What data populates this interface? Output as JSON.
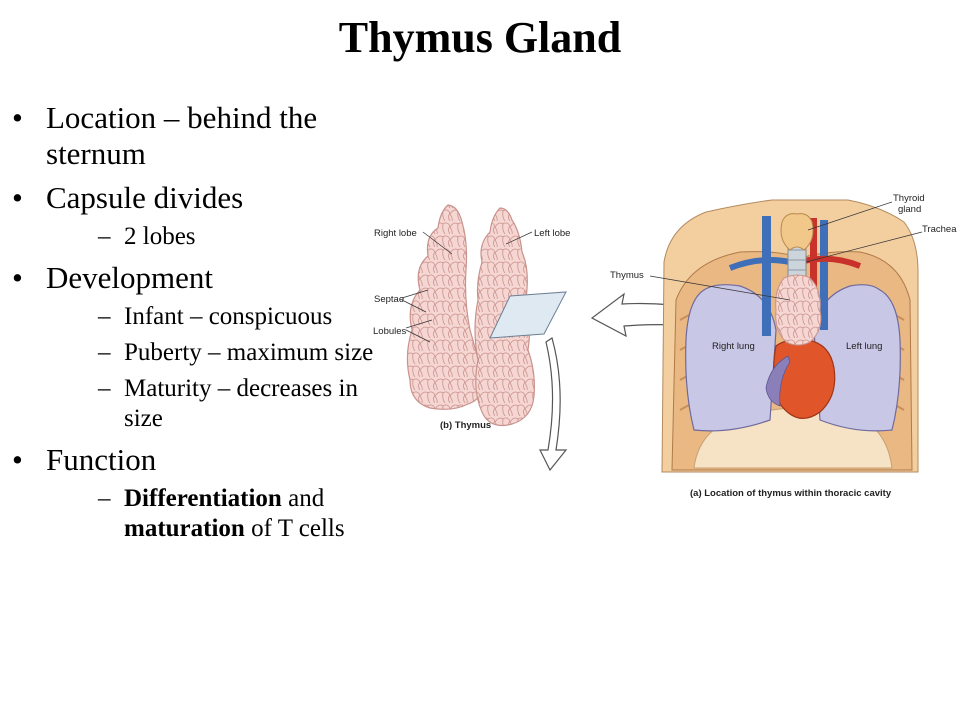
{
  "title": "Thymus Gland",
  "bullets": [
    {
      "text": "Location – behind the sternum",
      "subs": []
    },
    {
      "text": "Capsule divides",
      "subs": [
        {
          "parts": [
            {
              "t": "2 lobes"
            }
          ]
        }
      ]
    },
    {
      "text": "Development",
      "subs": [
        {
          "parts": [
            {
              "t": "Infant – conspicuous"
            }
          ]
        },
        {
          "parts": [
            {
              "t": "Puberty – maximum size"
            }
          ]
        },
        {
          "parts": [
            {
              "t": "Maturity – decreases in size"
            }
          ]
        }
      ]
    },
    {
      "text": "Function",
      "subs": [
        {
          "parts": [
            {
              "t": "Differentiation",
              "b": true
            },
            {
              "t": " and "
            },
            {
              "t": "maturation",
              "b": true
            },
            {
              "t": " of T cells"
            }
          ]
        }
      ]
    }
  ],
  "bullet_marker": "•",
  "sub_marker": "–",
  "figure_b": {
    "labels": {
      "right_lobe": "Right lobe",
      "left_lobe": "Left lobe",
      "septae": "Septae",
      "lobules": "Lobules"
    },
    "caption": "(b) Thymus"
  },
  "figure_a": {
    "labels": {
      "thyroid": "Thyroid gland",
      "trachea": "Trachea",
      "thymus": "Thymus",
      "right_lung": "Right lung",
      "left_lung": "Left lung"
    },
    "caption": "(a) Location of thymus within thoracic cavity"
  },
  "colors": {
    "lobule_fill": "#f6d6d2",
    "lobule_stroke": "#c9928c",
    "skin": "#f3cfa0",
    "ribs": "#e9b883",
    "lung": "#c9c7e6",
    "heart": "#e0562a",
    "vessel_blue": "#3f6fb8",
    "vessel_red": "#c8322b"
  }
}
